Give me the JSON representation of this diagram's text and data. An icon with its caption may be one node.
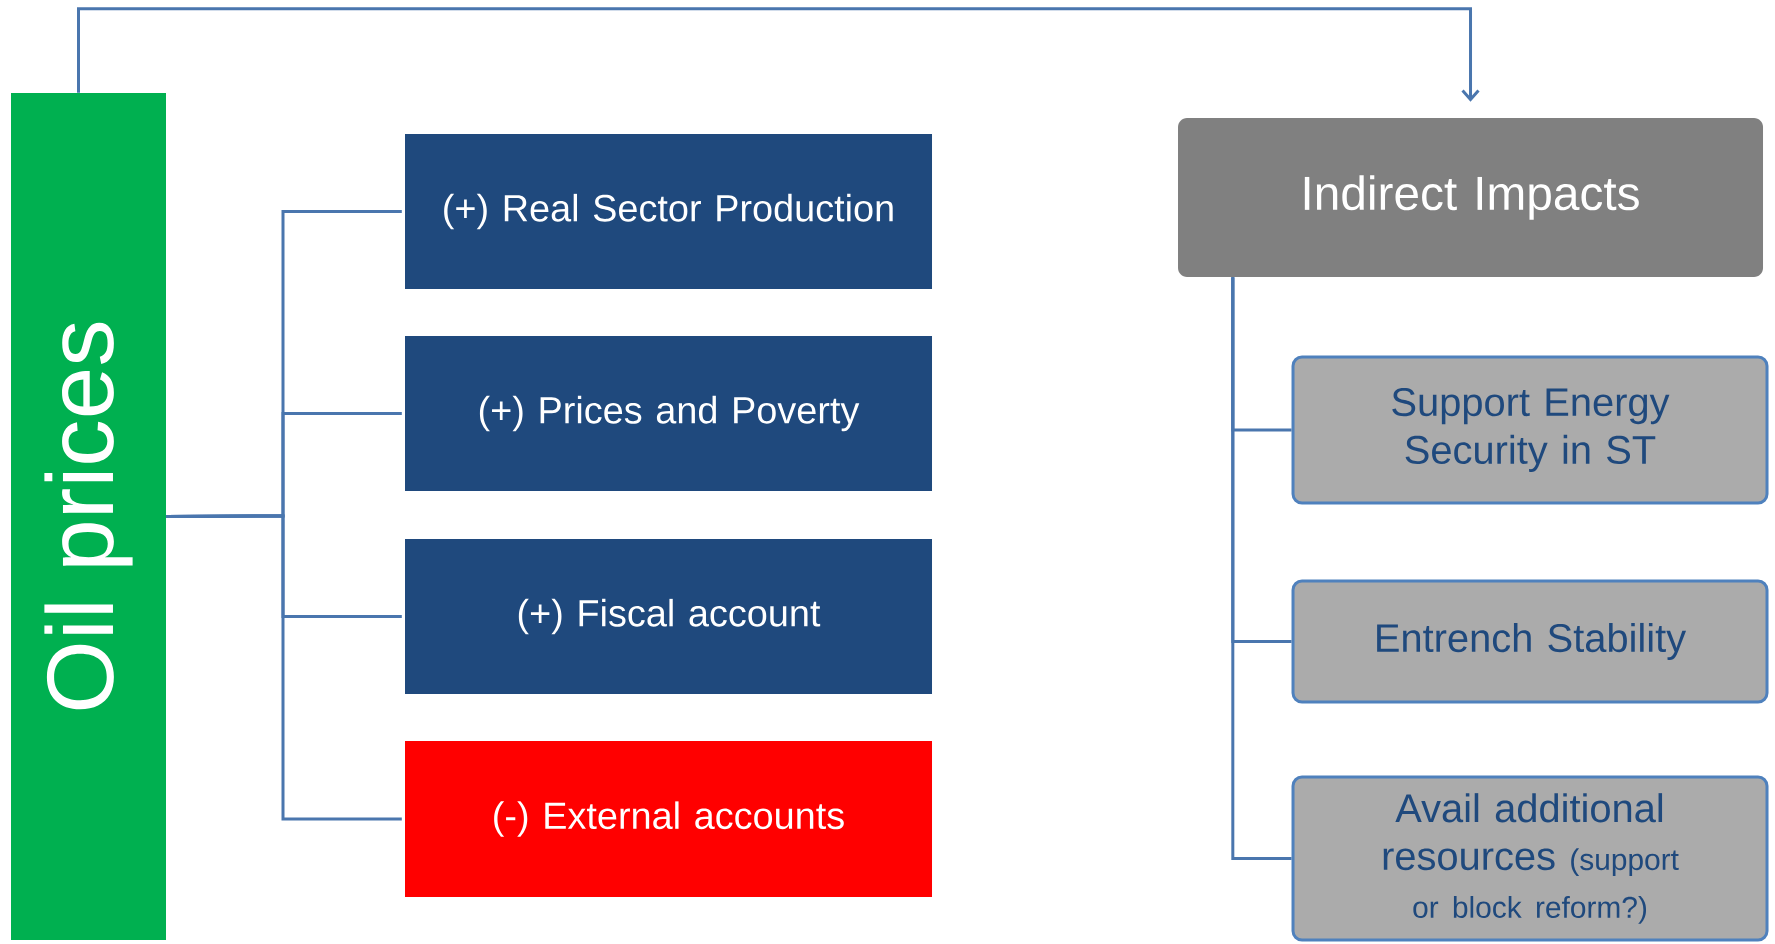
{
  "diagram": {
    "nodes": [
      {
        "text": [
          "Oil prices"
        ]
      },
      {
        "text": [
          "(+) Real Sector Production"
        ]
      },
      {
        "text": [
          "(+) Prices and Poverty"
        ]
      },
      {
        "text": [
          "(+) Fiscal account"
        ]
      },
      {
        "text": [
          "(-) External accounts"
        ]
      },
      {
        "text": [
          "Indirect Impacts"
        ]
      },
      {
        "text": [
          "Support Energy Security in ST"
        ]
      },
      {
        "text": [
          "Entrench Stability"
        ]
      },
      {
        "text": [
          "Avail additional resources",
          "(support or block reform?)"
        ]
      }
    ],
    "edges": [
      {
        "from": 0,
        "to": 5,
        "arrow": "to"
      },
      {
        "from": 0,
        "to": 1,
        "arrow": "none"
      },
      {
        "from": 0,
        "to": 2,
        "arrow": "none"
      },
      {
        "from": 0,
        "to": 3,
        "arrow": "none"
      },
      {
        "from": 0,
        "to": 4,
        "arrow": "none"
      },
      {
        "from": 5,
        "to": 6,
        "arrow": "none"
      },
      {
        "from": 5,
        "to": 7,
        "arrow": "none"
      },
      {
        "from": 5,
        "to": 8,
        "arrow": "none"
      }
    ]
  }
}
